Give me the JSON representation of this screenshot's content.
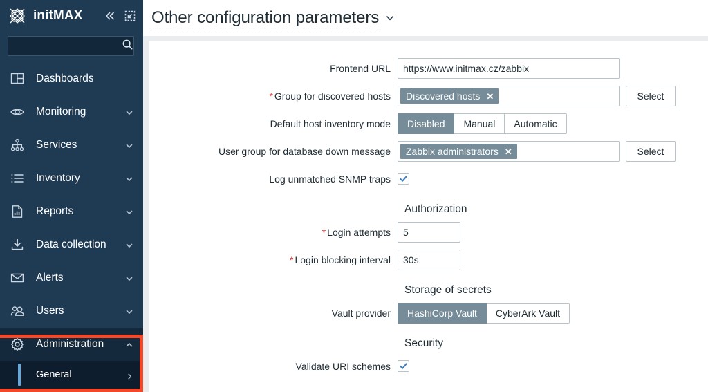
{
  "sidebar": {
    "brand": {
      "name": "initMAX",
      "logo_icon": "initmax-logo-icon"
    },
    "actions": [
      {
        "name": "collapse-sidebar-button",
        "icon": "double-chevron-left-icon"
      },
      {
        "name": "compact-view-button",
        "icon": "collapse-expand-icon"
      }
    ],
    "search": {
      "placeholder": "",
      "value": "",
      "icon": "search-icon"
    },
    "items": [
      {
        "label": "Dashboards",
        "icon": "dashboard-grid-icon",
        "arrow": "",
        "active": false
      },
      {
        "label": "Monitoring",
        "icon": "eye-icon",
        "arrow": "chevron-down",
        "active": false
      },
      {
        "label": "Services",
        "icon": "hierarchy-tree-icon",
        "arrow": "chevron-down",
        "active": false
      },
      {
        "label": "Inventory",
        "icon": "list-icon",
        "arrow": "chevron-down",
        "active": false
      },
      {
        "label": "Reports",
        "icon": "report-chart-icon",
        "arrow": "chevron-down",
        "active": false
      },
      {
        "label": "Data collection",
        "icon": "download-inbox-icon",
        "arrow": "chevron-down",
        "active": false
      },
      {
        "label": "Alerts",
        "icon": "envelope-icon",
        "arrow": "chevron-down",
        "active": false
      },
      {
        "label": "Users",
        "icon": "users-group-icon",
        "arrow": "chevron-down",
        "active": false
      },
      {
        "label": "Administration",
        "icon": "gear-icon",
        "arrow": "chevron-up",
        "active": true
      }
    ],
    "subitem": {
      "label": "General",
      "arrow": "chevron-right"
    },
    "highlight_color": "#f2492a"
  },
  "header": {
    "title": "Other configuration parameters",
    "caret_icon": "chevron-down-icon"
  },
  "form": {
    "frontend_url": {
      "label": "Frontend URL",
      "value": "https://www.initmax.cz/zabbix",
      "required": false
    },
    "group_discovered_hosts": {
      "label": "Group for discovered hosts",
      "required": true,
      "chip": "Discovered hosts",
      "select_label": "Select"
    },
    "default_inventory_mode": {
      "label": "Default host inventory mode",
      "required": false,
      "options": [
        "Disabled",
        "Manual",
        "Automatic"
      ],
      "selected": "Disabled"
    },
    "user_group_db_down": {
      "label": "User group for database down message",
      "required": false,
      "chip": "Zabbix administrators",
      "select_label": "Select"
    },
    "log_snmp_traps": {
      "label": "Log unmatched SNMP traps",
      "checked": true
    },
    "authorization_heading": "Authorization",
    "login_attempts": {
      "label": "Login attempts",
      "required": true,
      "value": "5"
    },
    "login_blocking_interval": {
      "label": "Login blocking interval",
      "required": true,
      "value": "30s"
    },
    "storage_heading": "Storage of secrets",
    "vault_provider": {
      "label": "Vault provider",
      "required": false,
      "options": [
        "HashiCorp Vault",
        "CyberArk Vault"
      ],
      "selected": "HashiCorp Vault"
    },
    "security_heading": "Security",
    "validate_uri_schemes": {
      "label": "Validate URI schemes",
      "checked": true
    }
  },
  "colors": {
    "sidebar_bg": "#1f3b54",
    "accent_selected": "#768d99",
    "required_star": "#e33734",
    "annotation": "#f2492a",
    "check_blue": "#3f7ec0"
  }
}
